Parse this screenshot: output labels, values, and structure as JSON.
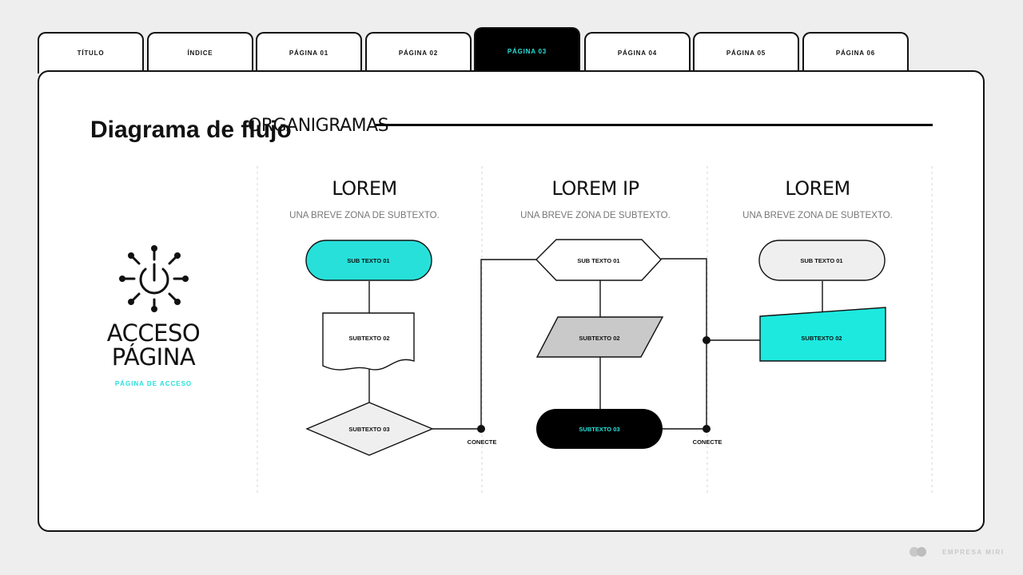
{
  "tabs": [
    {
      "label": "TÍTULO"
    },
    {
      "label": "ÍNDICE"
    },
    {
      "label": "PÁGINA 01"
    },
    {
      "label": "PÁGINA 02"
    },
    {
      "label": "PÁGINA 03",
      "active": true
    },
    {
      "label": "PÁGINA 04"
    },
    {
      "label": "PÁGINA 05"
    },
    {
      "label": "PÁGINA 06"
    }
  ],
  "page": {
    "title": "Diagrama de flujo",
    "section_heading": "ORGANIGRAMAS"
  },
  "access": {
    "icon": "power-network-icon",
    "title_line1": "ACCESO",
    "title_line2": "PÁGINA",
    "subtitle": "PÁGINA DE ACCESO"
  },
  "columns": [
    {
      "heading": "LOREM",
      "subtext": "UNA BREVE ZONA DE SUBTEXTO.",
      "shapes": [
        {
          "kind": "terminator",
          "label": "SUB TEXTO 01"
        },
        {
          "kind": "document",
          "label": "SUBTEXTO 02"
        },
        {
          "kind": "decision",
          "label": "SUBTEXTO 03"
        }
      ]
    },
    {
      "heading": "LOREM IP",
      "subtext": "UNA BREVE ZONA DE SUBTEXTO.",
      "shapes": [
        {
          "kind": "preparation",
          "label": "SUB TEXTO 01"
        },
        {
          "kind": "data",
          "label": "SUBTEXTO 02"
        },
        {
          "kind": "terminator",
          "label": "SUBTEXTO 03"
        }
      ]
    },
    {
      "heading": "LOREM",
      "subtext": "UNA BREVE ZONA DE SUBTEXTO.",
      "shapes": [
        {
          "kind": "terminator",
          "label": "SUB TEXTO 01"
        },
        {
          "kind": "manual-input",
          "label": "SUBTEXTO 02"
        }
      ]
    }
  ],
  "connectors": [
    {
      "label": "CONECTE"
    },
    {
      "label": "CONECTE"
    }
  ],
  "footer": {
    "company": "EMPRESA MIRI",
    "logo_icon": "company-logo-icon"
  },
  "colors": {
    "accent": "#27e0da",
    "dark": "#000000",
    "light_fill": "#efefef",
    "gray_fill": "#c9c9c9"
  }
}
